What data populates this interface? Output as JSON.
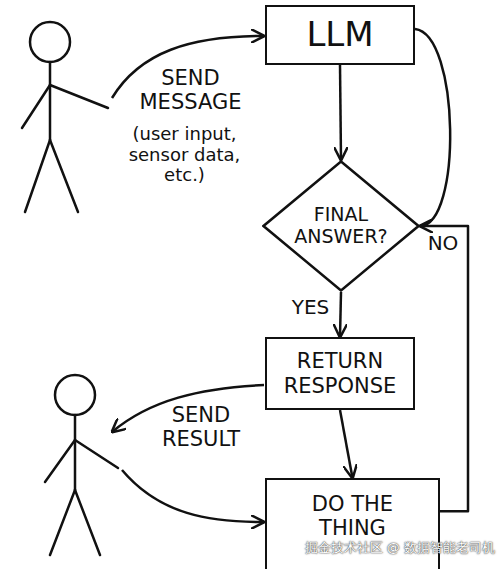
{
  "diagram": {
    "nodes": [
      {
        "text": [
          "LLM"
        ]
      },
      {
        "text": [
          "FINAL ANSWER?"
        ]
      },
      {
        "text": [
          "RETURN RESPONSE"
        ]
      },
      {
        "text": [
          "DO THE THING"
        ]
      }
    ],
    "edges": [
      {
        "from": 0,
        "to": 1,
        "arrow": "to"
      },
      {
        "from": 0,
        "to": 1,
        "arrow": "to"
      },
      {
        "from": 1,
        "to": 2,
        "label": "YES",
        "arrow": "to"
      },
      {
        "from": 1,
        "to": 3,
        "label": "NO",
        "arrow": "none"
      },
      {
        "from": 2,
        "to": 3,
        "arrow": "to"
      }
    ],
    "labels": [
      "SEND MESSAGE",
      "(user input, sensor data, etc.)",
      "SEND RESULT",
      "掘金技术社区 @ 数据智能老司机"
    ]
  }
}
